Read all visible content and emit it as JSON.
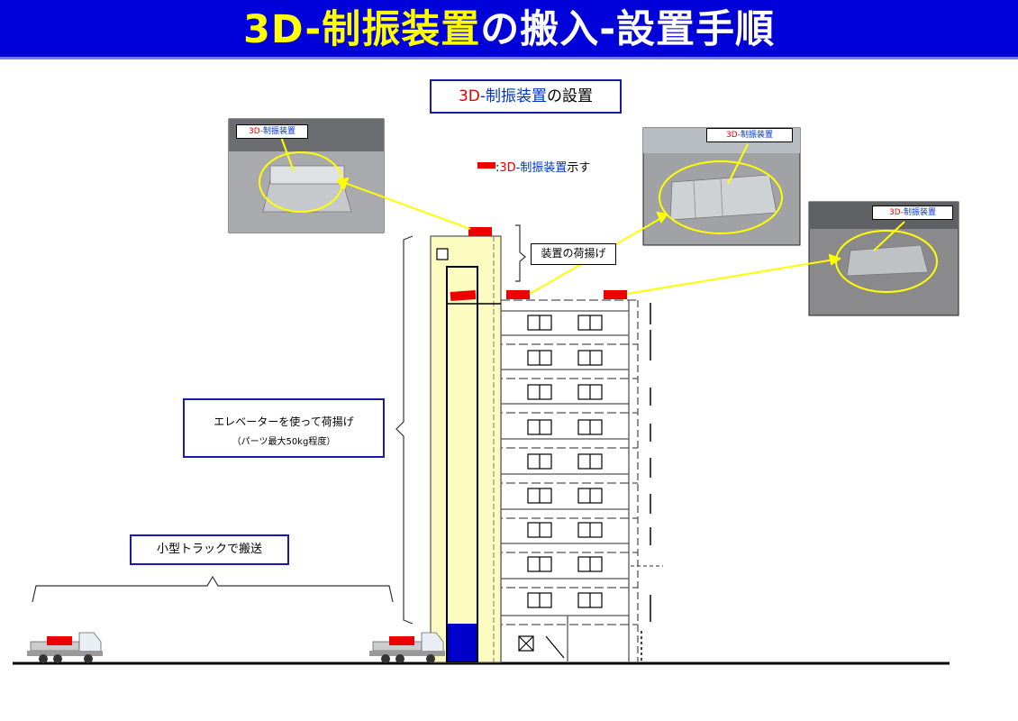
{
  "title": {
    "part1": "3D-制振装置",
    "part2": "の搬入-設置手順"
  },
  "subtitle": {
    "part1": "3D",
    "part2": "-制振装置",
    "part3": "の設置"
  },
  "legend": {
    "prefix": ":",
    "part1": "3D",
    "part2": "-制振装置",
    "part3": "示す"
  },
  "photo_label": {
    "part1": "3D",
    "part2": "-制振装置"
  },
  "lifting_label": "装置の荷揚げ",
  "elevator_label": {
    "line1": "エレベーターを使って荷揚げ",
    "line2": "（パーツ最大50kg程度）"
  },
  "truck_label": "小型トラックで搬送",
  "colors": {
    "banner": "#0000d8",
    "device": "#ee0000",
    "callout": "#ffff00",
    "box_border": "#1a1aa8",
    "shaft": "#fdfcc0",
    "car": "#0000cc"
  }
}
